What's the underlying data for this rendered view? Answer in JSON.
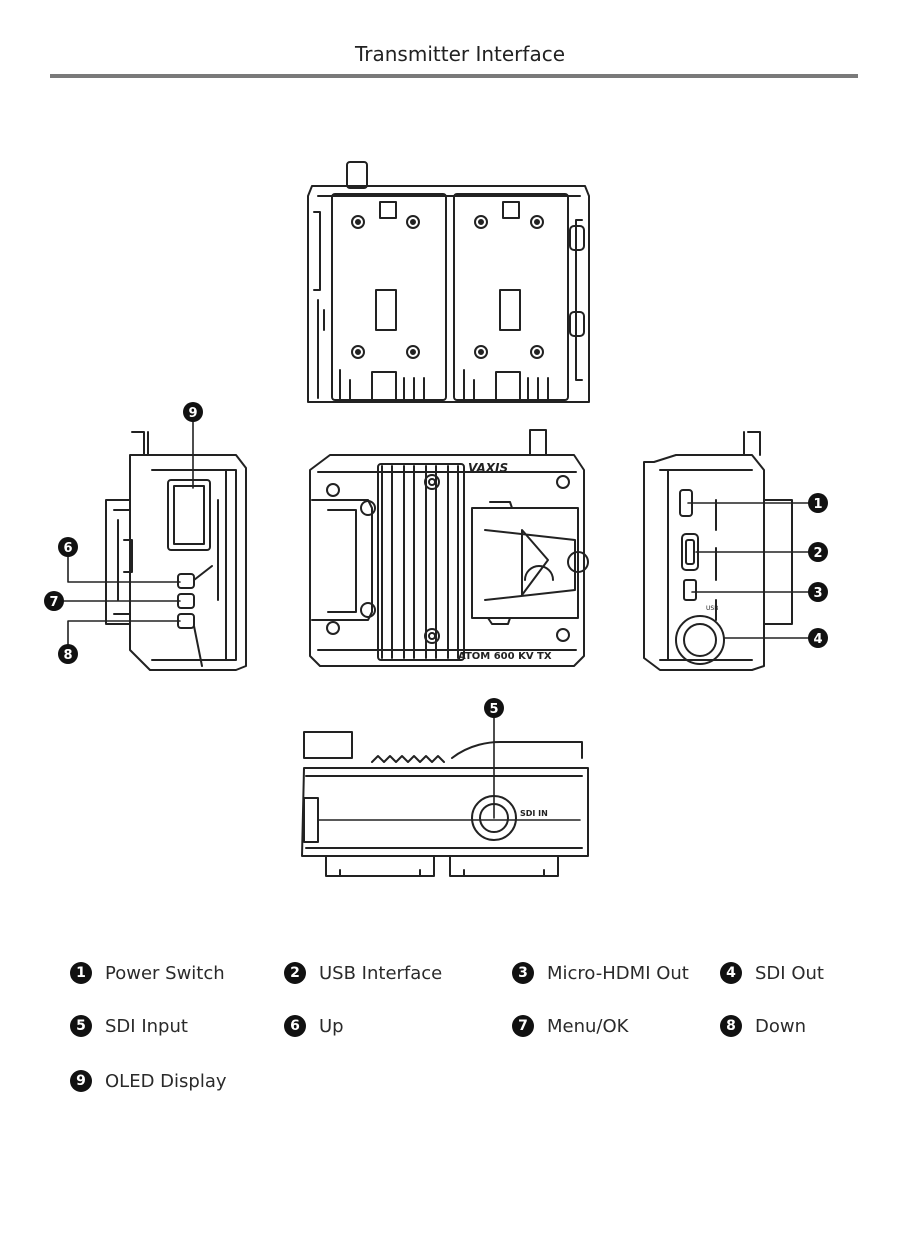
{
  "header": {
    "title": "Transmitter Interface"
  },
  "device": {
    "brand": "VAXIS",
    "model": "ATOM 600 KV TX",
    "sdi_in_label": "SDI IN",
    "usb_label": "USB"
  },
  "callouts": [
    "1",
    "2",
    "3",
    "4",
    "5",
    "6",
    "7",
    "8",
    "9"
  ],
  "legend": [
    {
      "num": "1",
      "label": "Power Switch"
    },
    {
      "num": "2",
      "label": "USB Interface"
    },
    {
      "num": "3",
      "label": "Micro-HDMI Out"
    },
    {
      "num": "4",
      "label": "SDI Out"
    },
    {
      "num": "5",
      "label": "SDI Input"
    },
    {
      "num": "6",
      "label": "Up"
    },
    {
      "num": "7",
      "label": "Menu/OK"
    },
    {
      "num": "8",
      "label": "Down"
    },
    {
      "num": "9",
      "label": "OLED Display"
    }
  ],
  "colors": {
    "line": "#222222",
    "rule": "#7a7a7a",
    "badge": "#111111"
  }
}
